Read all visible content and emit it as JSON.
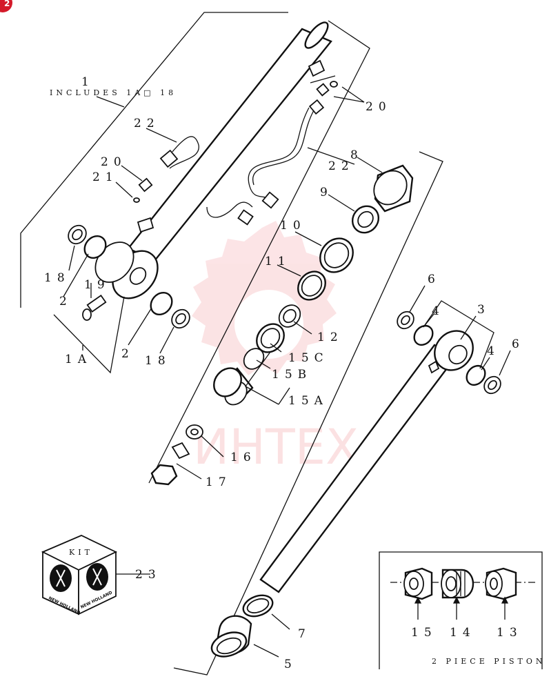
{
  "watermark": {
    "text": "ИНТЕХ",
    "color": "#e8323a"
  },
  "corner_badge": {
    "text": "2",
    "color": "#d41a2a"
  },
  "callouts": {
    "c1": "1",
    "c1_includes": "INCLUDES 1A□ 18",
    "c1a": "1A",
    "c2a": "2",
    "c2b": "2",
    "c3": "3",
    "c4a": "4",
    "c4b": "4",
    "c5": "5",
    "c6a": "6",
    "c6b": "6",
    "c7": "7",
    "c8": "8",
    "c9": "9",
    "c10": "10",
    "c11": "11",
    "c12": "12",
    "c13": "13",
    "c14": "14",
    "c15": "15",
    "c15a": "15A",
    "c15b": "15B",
    "c15c": "15C",
    "c16": "16",
    "c17": "17",
    "c18a": "18",
    "c18b": "18",
    "c19": "19",
    "c20a": "20",
    "c20b": "20",
    "c21": "21",
    "c22a": "22",
    "c22b": "22",
    "c23": "23"
  },
  "kit": {
    "label": "KIT",
    "brand": "NEW HOLLAND"
  },
  "inset": {
    "caption": "2 PIECE PISTON"
  }
}
